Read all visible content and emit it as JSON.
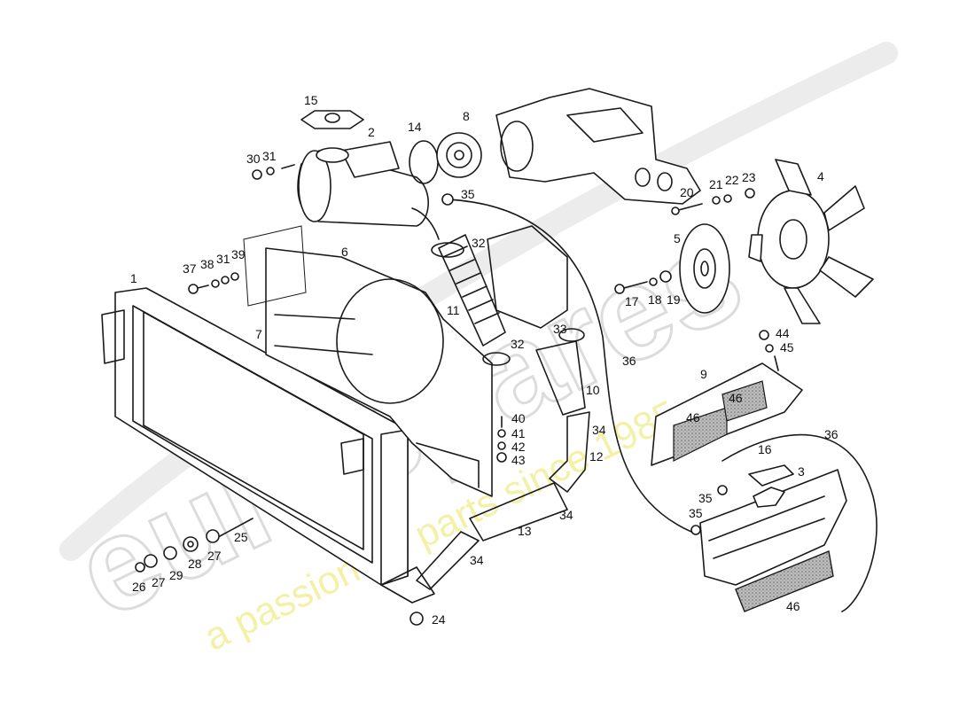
{
  "watermark": {
    "brand": "eurospares",
    "tagline": "a passion for parts since 1985",
    "brand_color": "#d9d9d9",
    "tagline_color": "#f2ef9a"
  },
  "colors": {
    "ink": "#1a1a1a",
    "background": "#ffffff"
  },
  "part_labels": [
    {
      "id": "p1",
      "text": "1"
    },
    {
      "id": "p2",
      "text": "2"
    },
    {
      "id": "p3",
      "text": "3"
    },
    {
      "id": "p4",
      "text": "4"
    },
    {
      "id": "p5",
      "text": "5"
    },
    {
      "id": "p6",
      "text": "6"
    },
    {
      "id": "p7",
      "text": "7"
    },
    {
      "id": "p8",
      "text": "8"
    },
    {
      "id": "p9",
      "text": "9"
    },
    {
      "id": "p10",
      "text": "10"
    },
    {
      "id": "p11",
      "text": "11"
    },
    {
      "id": "p12",
      "text": "12"
    },
    {
      "id": "p13",
      "text": "13"
    },
    {
      "id": "p14",
      "text": "14"
    },
    {
      "id": "p15",
      "text": "15"
    },
    {
      "id": "p16",
      "text": "16"
    },
    {
      "id": "p17",
      "text": "17"
    },
    {
      "id": "p18",
      "text": "18"
    },
    {
      "id": "p19",
      "text": "19"
    },
    {
      "id": "p20",
      "text": "20"
    },
    {
      "id": "p21",
      "text": "21"
    },
    {
      "id": "p22",
      "text": "22"
    },
    {
      "id": "p23",
      "text": "23"
    },
    {
      "id": "p24",
      "text": "24"
    },
    {
      "id": "p25",
      "text": "25"
    },
    {
      "id": "p26",
      "text": "26"
    },
    {
      "id": "p27a",
      "text": "27"
    },
    {
      "id": "p27b",
      "text": "27"
    },
    {
      "id": "p28",
      "text": "28"
    },
    {
      "id": "p29",
      "text": "29"
    },
    {
      "id": "p30",
      "text": "30"
    },
    {
      "id": "p31a",
      "text": "31"
    },
    {
      "id": "p31b",
      "text": "31"
    },
    {
      "id": "p32a",
      "text": "32"
    },
    {
      "id": "p32b",
      "text": "32"
    },
    {
      "id": "p33",
      "text": "33"
    },
    {
      "id": "p34a",
      "text": "34"
    },
    {
      "id": "p34b",
      "text": "34"
    },
    {
      "id": "p34c",
      "text": "34"
    },
    {
      "id": "p35a",
      "text": "35"
    },
    {
      "id": "p35b",
      "text": "35"
    },
    {
      "id": "p35c",
      "text": "35"
    },
    {
      "id": "p36a",
      "text": "36"
    },
    {
      "id": "p36b",
      "text": "36"
    },
    {
      "id": "p37",
      "text": "37"
    },
    {
      "id": "p38",
      "text": "38"
    },
    {
      "id": "p39",
      "text": "39"
    },
    {
      "id": "p40",
      "text": "40"
    },
    {
      "id": "p41",
      "text": "41"
    },
    {
      "id": "p42",
      "text": "42"
    },
    {
      "id": "p43",
      "text": "43"
    },
    {
      "id": "p44",
      "text": "44"
    },
    {
      "id": "p45",
      "text": "45"
    },
    {
      "id": "p46a",
      "text": "46"
    },
    {
      "id": "p46b",
      "text": "46"
    },
    {
      "id": "p46c",
      "text": "46"
    }
  ]
}
